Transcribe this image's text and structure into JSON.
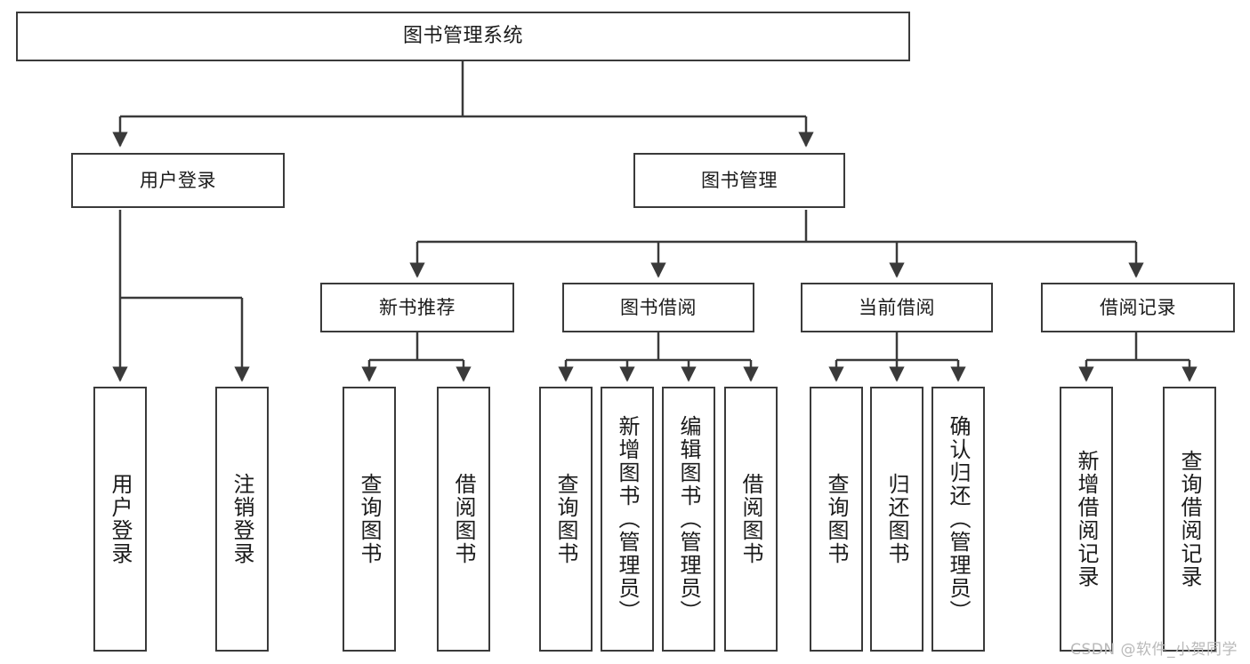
{
  "diagram": {
    "title": "图书管理系统",
    "watermark": "CSDN @软件_小贺同学",
    "colors": {
      "background": "#ffffff",
      "box_border": "#3a3a3a",
      "edge": "#3a3a3a",
      "text": "#1b1b1b",
      "watermark": "#b9b9b9"
    },
    "nodes": {
      "root": {
        "label": "图书管理系统"
      },
      "level1": [
        {
          "id": "user-login",
          "label": "用户登录"
        },
        {
          "id": "book-manage",
          "label": "图书管理"
        }
      ],
      "level2": [
        {
          "id": "new-book-recommend",
          "label": "新书推荐"
        },
        {
          "id": "book-borrow",
          "label": "图书借阅"
        },
        {
          "id": "current-borrow",
          "label": "当前借阅"
        },
        {
          "id": "borrow-record",
          "label": "借阅记录"
        }
      ],
      "leaves": {
        "user-login": [
          {
            "id": "leaf-user-login",
            "label": "用户登录"
          },
          {
            "id": "leaf-logout-login",
            "label": "注销登录"
          }
        ],
        "new-book-recommend": [
          {
            "id": "leaf-query-book-1",
            "label": "查询图书"
          },
          {
            "id": "leaf-borrow-book-1",
            "label": "借阅图书"
          }
        ],
        "book-borrow": [
          {
            "id": "leaf-query-book-2",
            "label": "查询图书"
          },
          {
            "id": "leaf-add-book",
            "label": "新增图书（管理员）"
          },
          {
            "id": "leaf-edit-book",
            "label": "编辑图书（管理员）"
          },
          {
            "id": "leaf-borrow-book-2",
            "label": "借阅图书"
          }
        ],
        "current-borrow": [
          {
            "id": "leaf-query-book-3",
            "label": "查询图书"
          },
          {
            "id": "leaf-return-book",
            "label": "归还图书"
          },
          {
            "id": "leaf-confirm-return",
            "label": "确认归还（管理员）"
          }
        ],
        "borrow-record": [
          {
            "id": "leaf-add-record",
            "label": "新增借阅记录"
          },
          {
            "id": "leaf-query-record",
            "label": "查询借阅记录"
          }
        ]
      }
    }
  }
}
